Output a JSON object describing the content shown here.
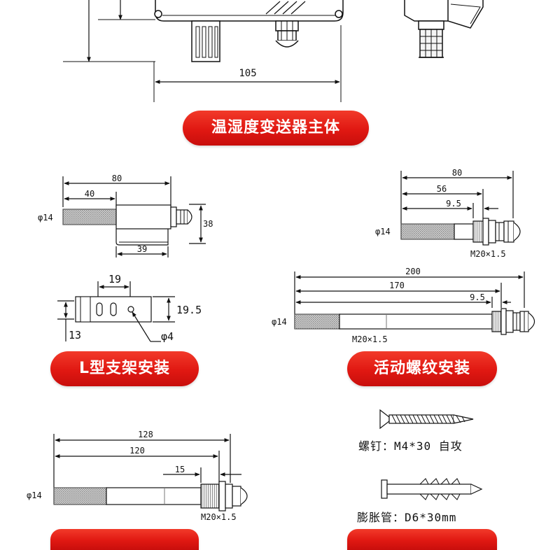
{
  "top": {
    "dim_width": "105",
    "pill_label": "温湿度变送器主体"
  },
  "l_bracket": {
    "dim_total": "80",
    "dim_probe": "40",
    "dim_base": "39",
    "dim_height": "38",
    "dia_probe": "φ14",
    "plate_dim_spacing": "19",
    "plate_dim_height": "19.5",
    "plate_dim_left": "13",
    "plate_hole": "φ4",
    "pill_label": "L型支架安装"
  },
  "thread_short": {
    "dim_total": "80",
    "dim_mid": "56",
    "dim_thread": "9.5",
    "dia_probe": "φ14",
    "thread_spec": "M20×1.5"
  },
  "thread_long": {
    "dim_total": "200",
    "dim_mid": "170",
    "dim_thread": "9.5",
    "dia_probe": "φ14",
    "thread_spec": "M20×1.5",
    "pill_label": "活动螺纹安装"
  },
  "thread_bottom": {
    "dim_total": "128",
    "dim_mid": "120",
    "dim_thread": "15",
    "dia_probe": "φ14",
    "thread_spec": "M20×1.5"
  },
  "accessories": {
    "screw_caption": "螺钉：M4*30 自攻",
    "anchor_caption": "膨胀管：D6*30mm"
  }
}
